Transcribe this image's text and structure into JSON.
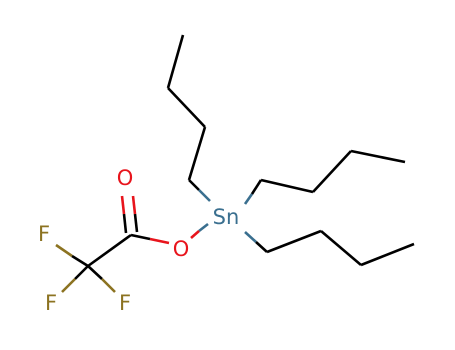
{
  "molecule": {
    "atoms": [
      {
        "id": "sn",
        "label": "Sn"
      },
      {
        "id": "o-ester",
        "label": "O"
      },
      {
        "id": "o-carbonyl",
        "label": "O"
      },
      {
        "id": "f1",
        "label": "F"
      },
      {
        "id": "f2",
        "label": "F"
      },
      {
        "id": "f3",
        "label": "F"
      }
    ]
  },
  "colors": {
    "carbon_bond": "#000000",
    "tin": "#3a6f8f",
    "oxygen": "#e8141c",
    "fluorine": "#8c7321"
  }
}
